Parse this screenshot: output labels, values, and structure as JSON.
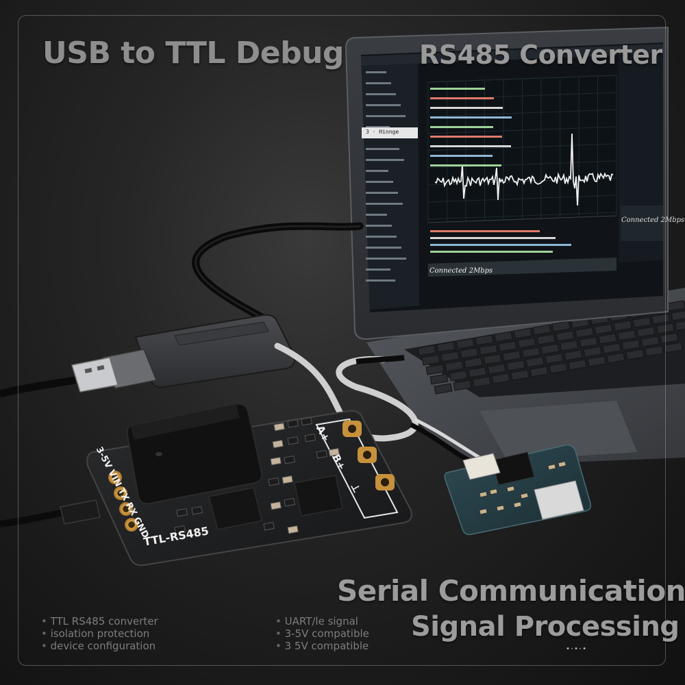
{
  "headlines": {
    "top_left": "USB to TTL Debug",
    "top_right": "RS485 Converter",
    "bottom_line1": "Serial Communication",
    "bottom_line2": "Signal Processing"
  },
  "features_left": [
    "TTL RS485 converter",
    "isolation protection",
    "device configuration"
  ],
  "features_right": [
    "UART/le signal",
    "3-5V compatible",
    "3 5V compatible"
  ],
  "laptop_screen": {
    "sidebar_selected": "3 · Hinnge",
    "status_lower": "Connected 2Mbps",
    "status_side": "Connected 2Mbps"
  },
  "board": {
    "label": "TTL-RS485",
    "left_pins": "3-5V VIN TX RX GND",
    "right_pins": [
      "A+",
      "B+",
      "⊥"
    ]
  },
  "watermark": "•·•·•"
}
